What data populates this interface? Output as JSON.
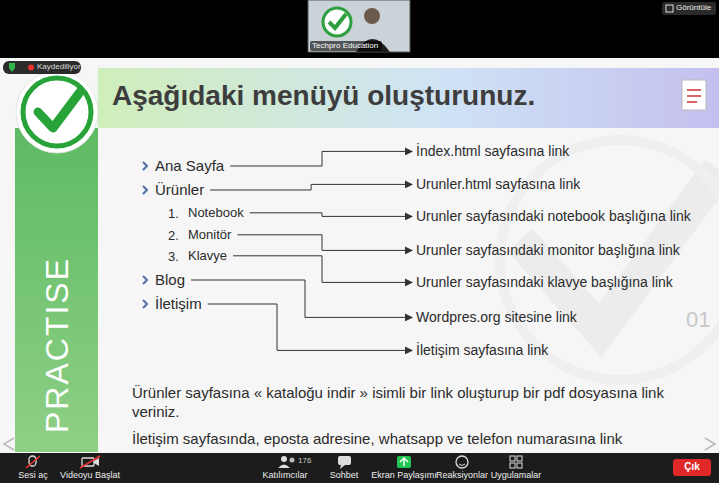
{
  "diagram": {
    "title": "Aşağıdaki menüyü oluşturunuz.",
    "nodes": [
      {
        "text": [
          "Ana Sayfa"
        ]
      },
      {
        "text": [
          "Ürünler"
        ]
      },
      {
        "text": [
          "Notebook"
        ]
      },
      {
        "text": [
          "Monitör"
        ]
      },
      {
        "text": [
          "Klavye"
        ]
      },
      {
        "text": [
          "Blog"
        ]
      },
      {
        "text": [
          "İletişim"
        ]
      },
      {
        "text": [
          "İndex.html sayfasına link"
        ]
      },
      {
        "text": [
          "Urunler.html sayfasına link"
        ]
      },
      {
        "text": [
          "Urunler sayfasındaki notebook başlığına link"
        ]
      },
      {
        "text": [
          "Urunler sayfasındaki monitor başlığına link"
        ]
      },
      {
        "text": [
          "Urunler sayfasındaki klavye başlığına link"
        ]
      },
      {
        "text": [
          "Wordpres.org sitesine link"
        ]
      },
      {
        "text": [
          "İletişim sayfasına link"
        ]
      }
    ],
    "edges": [
      {
        "from": 0,
        "to": 7,
        "arrow": "to"
      },
      {
        "from": 1,
        "to": 8,
        "arrow": "to"
      },
      {
        "from": 2,
        "to": 9,
        "arrow": "to"
      },
      {
        "from": 3,
        "to": 10,
        "arrow": "to"
      },
      {
        "from": 4,
        "to": 11,
        "arrow": "to"
      },
      {
        "from": 5,
        "to": 12,
        "arrow": "to"
      },
      {
        "from": 6,
        "to": 13,
        "arrow": "to"
      }
    ],
    "labels": [
      "PRACTISE",
      "1.",
      "2.",
      "3.",
      "Ürünler sayfasına « kataloğu indir » isimli bir link oluşturup bir pdf dosyasına link veriniz.",
      "İletişim sayfasında, eposta adresine, whatsapp ve telefon numarasına link",
      "01",
      "Kaydediliyor...",
      "Görüntüle",
      "Techpro Education",
      "Sesi aç",
      "Videoyu Başlat",
      "176",
      "Katılımcılar",
      "Sohbet",
      "Ekran Paylaşımı",
      "Reaksiyonlar",
      "Uygulamalar",
      "Çık"
    ]
  }
}
